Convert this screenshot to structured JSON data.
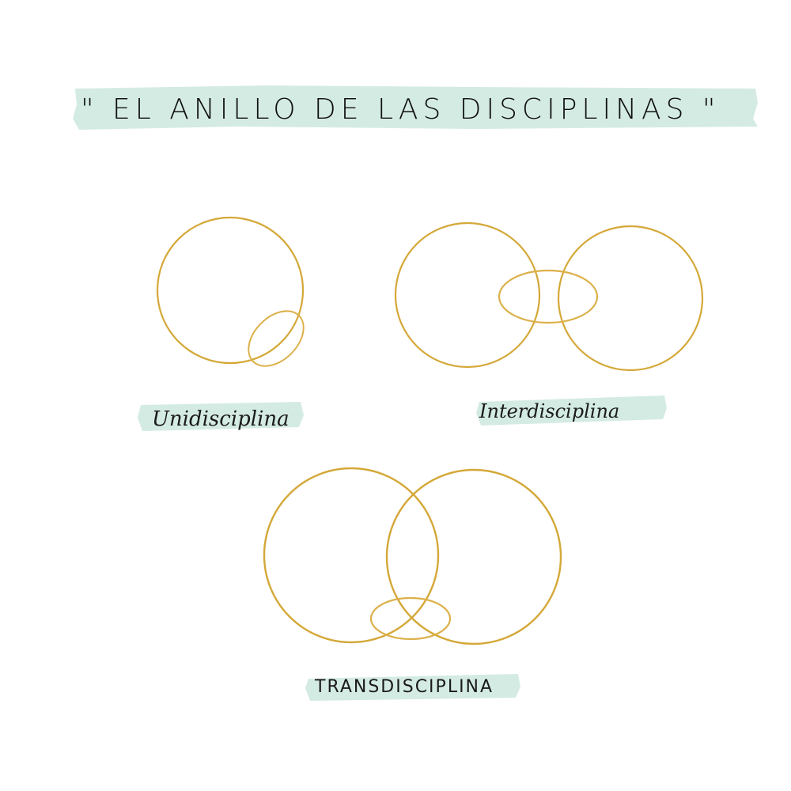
{
  "title": "\" EL  ANILLO  DE LAS DISCIPLINAS \"",
  "labels": {
    "uni": "Unidisciplina",
    "inter": "Interdisciplina",
    "trans": "TRANSDISCIPLINA"
  },
  "colors": {
    "gold": "#d4a838",
    "gold_light": "#dcb04a",
    "highlight": "#cfe9e1",
    "ink": "#1a1a1a"
  }
}
